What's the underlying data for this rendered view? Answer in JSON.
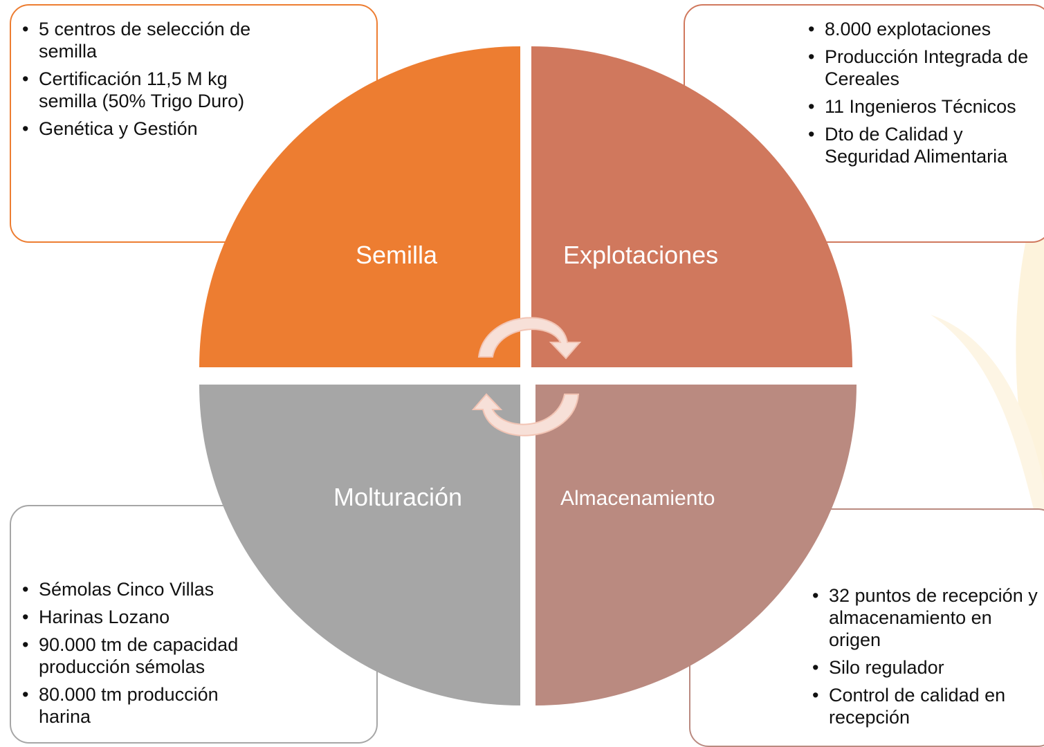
{
  "colors": {
    "seed": "#ed7d31",
    "farms": "#d0785d",
    "storage": "#ba8a80",
    "milling": "#a6a6a6",
    "arrow_fill": "#f7e0d8",
    "arrow_stroke": "#f2c4b4"
  },
  "quadrants": {
    "top_left": {
      "label": "Semilla",
      "items": [
        "5 centros de selección de semilla",
        "Certificación 11,5 M kg semilla (50% Trigo Duro)",
        "Genética y Gestión"
      ]
    },
    "top_right": {
      "label": "Explotaciones",
      "items": [
        "8.000 explotaciones",
        "Producción Integrada de Cereales",
        "11 Ingenieros Técnicos",
        "Dto de Calidad y Seguridad Alimentaria"
      ]
    },
    "bottom_left": {
      "label": "Molturación",
      "items": [
        "Sémolas Cinco Villas",
        "Harinas Lozano",
        "90.000 tm de capacidad producción sémolas",
        "80.000 tm producción harina"
      ]
    },
    "bottom_right": {
      "label": "Almacenamiento",
      "items": [
        "32 puntos de recepción y almacenamiento en origen",
        "Silo regulador",
        "Control de calidad en recepción"
      ]
    }
  },
  "cycle_arrows": [
    "top-arrow-icon",
    "bottom-arrow-icon"
  ]
}
